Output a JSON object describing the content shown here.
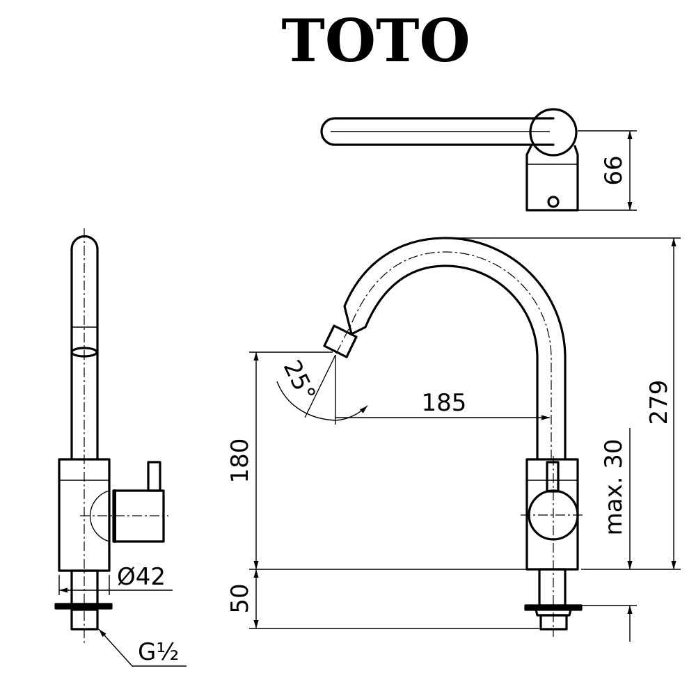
{
  "brand": {
    "logo_text": "TOTO"
  },
  "dimensions": {
    "top_width": "66",
    "total_height": "279",
    "spout_height": "180",
    "spout_reach": "185",
    "spout_angle": "25°",
    "max_thickness": "max. 30",
    "shank_length": "50",
    "base_diameter": "Ø42",
    "thread": "G½"
  }
}
